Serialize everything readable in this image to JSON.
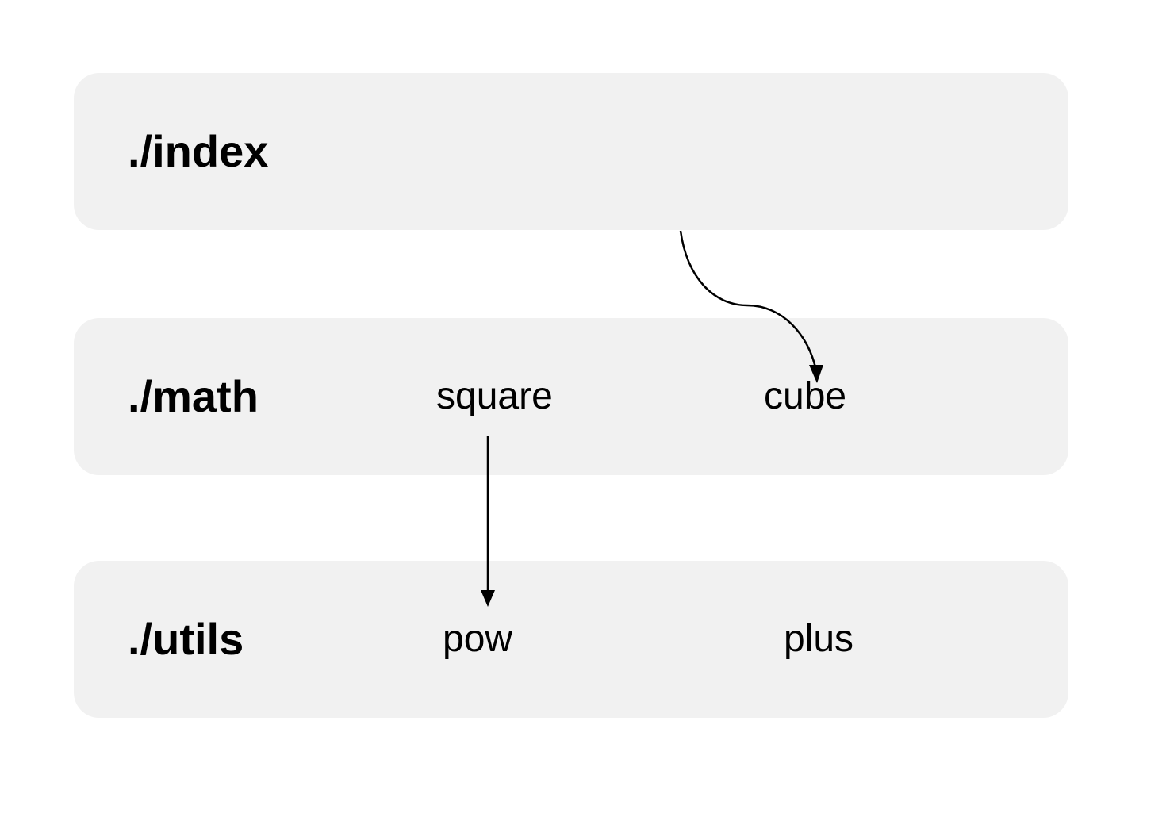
{
  "modules": [
    {
      "name": "./index",
      "exports": []
    },
    {
      "name": "./math",
      "exports": [
        "square",
        "cube"
      ]
    },
    {
      "name": "./utils",
      "exports": [
        "pow",
        "plus"
      ]
    }
  ],
  "edges": [
    {
      "from": "./index",
      "to": "cube"
    },
    {
      "from": "square",
      "to": "pow"
    }
  ],
  "colors": {
    "module_background": "#f1f1f1",
    "arrow": "#000000",
    "text": "#000000"
  }
}
